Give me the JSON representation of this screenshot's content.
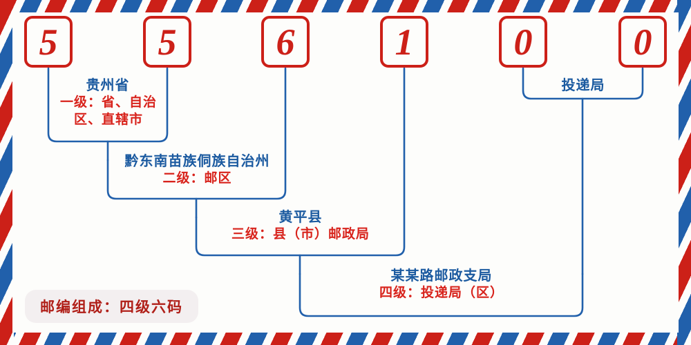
{
  "postcode": {
    "digits": [
      "5",
      "5",
      "6",
      "1",
      "0",
      "0"
    ],
    "digit_color": "#cc2018"
  },
  "levels": [
    {
      "id": "level-1",
      "name": "贵州省",
      "desc": "一级：省、自治区、直辖市"
    },
    {
      "id": "level-2",
      "name": "黔东南苗族侗族自治州",
      "desc": "二级：邮区"
    },
    {
      "id": "level-3",
      "name": "黄平县",
      "desc": "三级：县（市）邮政局"
    },
    {
      "id": "level-4",
      "name": "某某路邮政支局",
      "desc": "四级：投递局（区）"
    }
  ],
  "delivery_office": {
    "label": "投递局"
  },
  "badge": {
    "text": "邮编组成：四级六码"
  },
  "theme": {
    "red": "#cc2018",
    "blue": "#2160ab",
    "name_blue": "#1b5aa0",
    "desc_red": "#d8231c",
    "badge_bg": "#f3eff0",
    "badge_text": "#b01f18",
    "paper": "#fdfdfb"
  }
}
